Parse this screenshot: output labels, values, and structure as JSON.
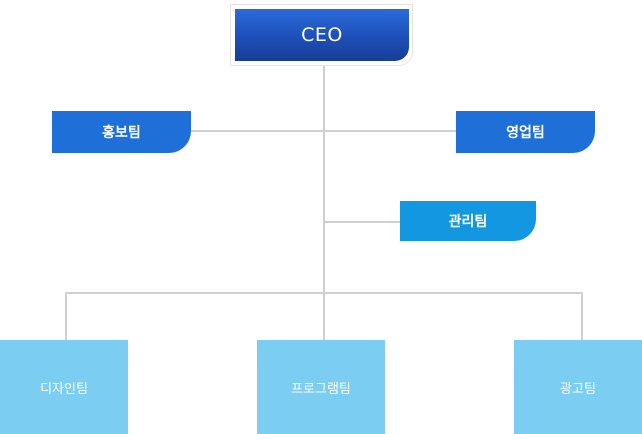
{
  "ceo": {
    "label": "CEO"
  },
  "teams": {
    "promo": "홍보팀",
    "sales": "영업팀",
    "admin": "관리팀"
  },
  "subteams": {
    "design": "디자인팀",
    "program": "프로그램팀",
    "ads": "광고팀"
  },
  "colors": {
    "ceo": "#1d4fb8",
    "team": "#1f6fd8",
    "admin_team": "#1297e0",
    "subteam": "#7bcdf2",
    "connector": "#d0d0d0"
  }
}
